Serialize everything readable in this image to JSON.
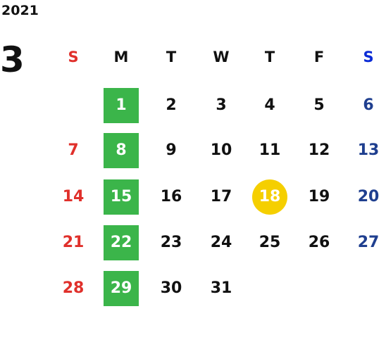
{
  "calendar": {
    "year": "2021",
    "month": "3",
    "weekdays": [
      "S",
      "M",
      "T",
      "W",
      "T",
      "F",
      "S"
    ],
    "weekday_colors": [
      "#e0302b",
      "#111111",
      "#111111",
      "#111111",
      "#111111",
      "#111111",
      "#0a2bd6"
    ],
    "first_weekday_index": 1,
    "days_in_month": 31,
    "today": 18,
    "highlight_weekday_index": 1,
    "colors": {
      "monday_bg": "#3bb54a",
      "today_bg": "#f5cf00",
      "sunday": "#e0302b",
      "saturday": "#1f3f8f",
      "text": "#111111"
    },
    "weeks": [
      [
        "",
        "1",
        "2",
        "3",
        "4",
        "5",
        "6"
      ],
      [
        "7",
        "8",
        "9",
        "10",
        "11",
        "12",
        "13"
      ],
      [
        "14",
        "15",
        "16",
        "17",
        "18",
        "19",
        "20"
      ],
      [
        "21",
        "22",
        "23",
        "24",
        "25",
        "26",
        "27"
      ],
      [
        "28",
        "29",
        "30",
        "31",
        "",
        "",
        ""
      ]
    ]
  }
}
